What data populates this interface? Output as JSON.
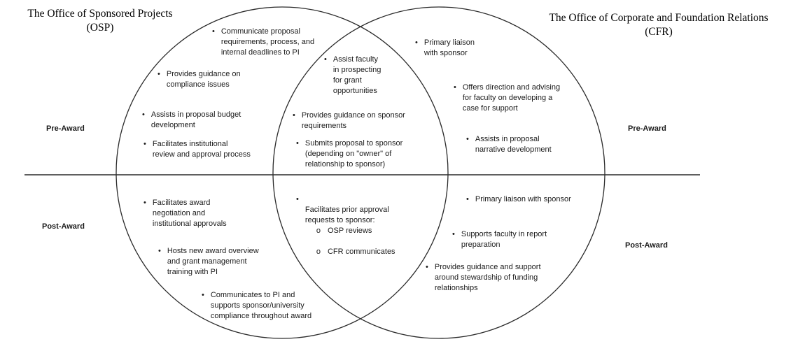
{
  "colors": {
    "ink": "#1a1a1a",
    "outline": "#2a2a2a"
  },
  "icons": {
    "bullet": "•",
    "circle_bullet": "o"
  },
  "titles": {
    "osp": "The Office of Sponsored Projects\n(OSP)",
    "cfr": "The Office of Corporate and Foundation Relations\n(CFR)"
  },
  "row_labels": {
    "osp_pre": "Pre-Award",
    "osp_post": "Post-Award",
    "cfr_pre": "Pre-Award",
    "cfr_post": "Post-Award"
  },
  "osp_pre": [
    "Communicate proposal\nrequirements, process, and\ninternal deadlines to PI",
    "Provides guidance on\ncompliance issues",
    "Assists in proposal budget\ndevelopment",
    "Facilitates institutional\nreview and approval process"
  ],
  "shared_pre": [
    "Assist faculty\nin prospecting\nfor grant\nopportunities",
    "Provides guidance on sponsor\nrequirements",
    "Submits proposal to sponsor\n(depending on \"owner\" of\nrelationship to sponsor)"
  ],
  "cfr_pre": [
    "Primary liaison\nwith sponsor",
    "Offers direction and advising\nfor faculty on developing a\ncase for support",
    "Assists in proposal\nnarrative development"
  ],
  "osp_post": [
    "Facilitates award\nnegotiation and\ninstitutional approvals",
    "Hosts new award overview\nand grant management\ntraining with PI",
    "Communicates to PI and\nsupports sponsor/university\ncompliance throughout award"
  ],
  "shared_post": {
    "lead": "Facilitates prior approval\nrequests to sponsor:",
    "sub_items": [
      "OSP reviews",
      "CFR communicates"
    ]
  },
  "cfr_post": [
    "Primary liaison with sponsor",
    "Supports faculty in report\npreparation",
    "Provides guidance and support\naround stewardship of funding\nrelationships"
  ]
}
